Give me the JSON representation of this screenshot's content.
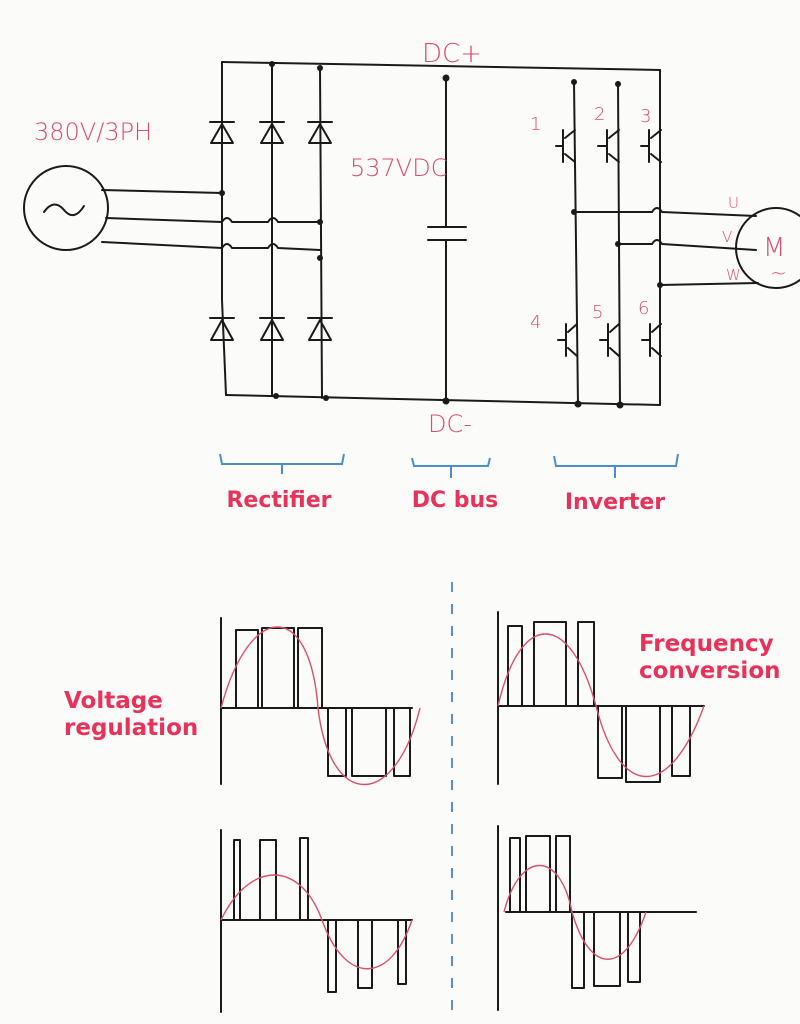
{
  "annotations": {
    "input_spec": "380V/3PH",
    "dc_bus_voltage": "537VDC",
    "dc_plus": "DC+",
    "dc_minus": "DC-",
    "switch_numbers": [
      "1",
      "2",
      "3",
      "4",
      "5",
      "6"
    ],
    "motor_phases": [
      "U",
      "V",
      "W"
    ],
    "motor_symbol": "M",
    "source_symbol": "~",
    "motor_tilde": "~"
  },
  "sections": {
    "rectifier": "Rectifier",
    "dc_bus": "DC bus",
    "inverter": "Inverter"
  },
  "waveform_labels": {
    "left_line1": "Voltage",
    "left_line2": "regulation",
    "right_line1": "Frequency",
    "right_line2": "conversion"
  },
  "colors": {
    "ink": "#1a1a1a",
    "handwriting_red": "#dc4c6b",
    "label_red": "#e8325a",
    "brace_blue": "#4b8ec9"
  }
}
